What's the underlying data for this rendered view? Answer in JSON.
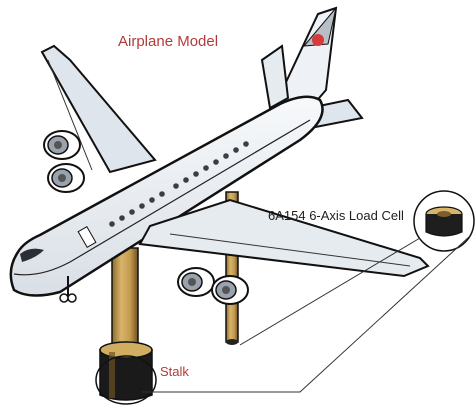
{
  "title": "Airplane Model",
  "callouts": {
    "load_cell": "6A154 6-Axis Load Cell",
    "stalk": "Stalk"
  },
  "colors": {
    "title_red": "#b33a3a",
    "label_black": "#1f1f1f",
    "stalk_gold": "#c9a35a",
    "stalk_dark": "#5c4620",
    "fuselage": "#eef2f6",
    "outline": "#111111",
    "tail_dot": "#d63a3a"
  }
}
